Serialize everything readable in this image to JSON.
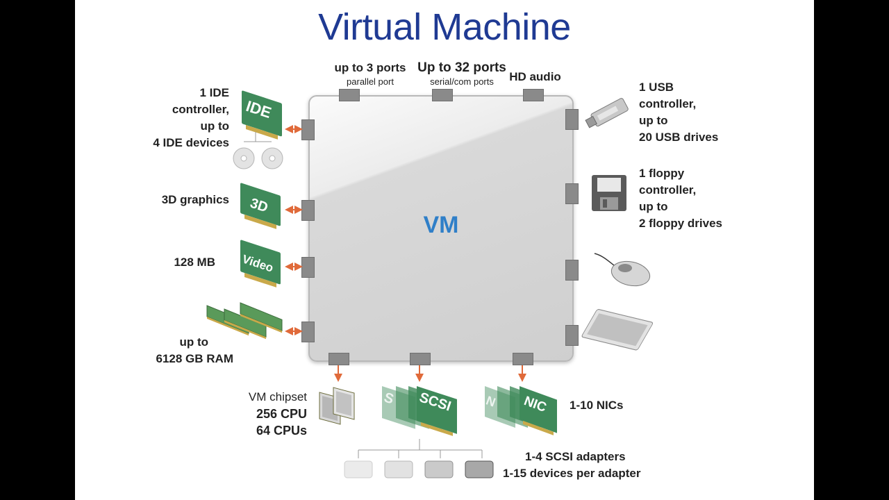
{
  "title": "Virtual Machine",
  "vm_label": "VM",
  "top": {
    "parallel_main": "up to 3 ports",
    "parallel_sub": "parallel port",
    "serial_main": "Up to 32 ports",
    "serial_sub": "serial/com ports",
    "audio": "HD audio"
  },
  "left": {
    "ide": [
      "1 IDE",
      "controller,",
      "up to",
      "4 IDE devices"
    ],
    "graphics": "3D graphics",
    "video": "128 MB",
    "ram": [
      "up to",
      "6128 GB RAM"
    ]
  },
  "right": {
    "usb": [
      "1 USB",
      "controller,",
      "up to",
      "20 USB drives"
    ],
    "floppy": [
      "1 floppy",
      "controller,",
      "up to",
      "2 floppy drives"
    ]
  },
  "bottom": {
    "chipset": [
      "VM chipset",
      "256 CPU",
      "64 CPUs"
    ],
    "nics": "1-10 NICs",
    "scsi_adapters": "1-4 SCSI adapters",
    "scsi_devices": "1-15 devices per adapter"
  },
  "cards": {
    "ide": "IDE",
    "graphics": "3D",
    "video": "Video",
    "scsi": "SCSI",
    "scsi_stub": "S",
    "nic": "NIC",
    "nic_stub": "N"
  },
  "colors": {
    "title": "#1f3a93",
    "vm_text": "#2f7fc8",
    "card_green": "#3f8a5a",
    "arrow": "#e06a3a"
  }
}
